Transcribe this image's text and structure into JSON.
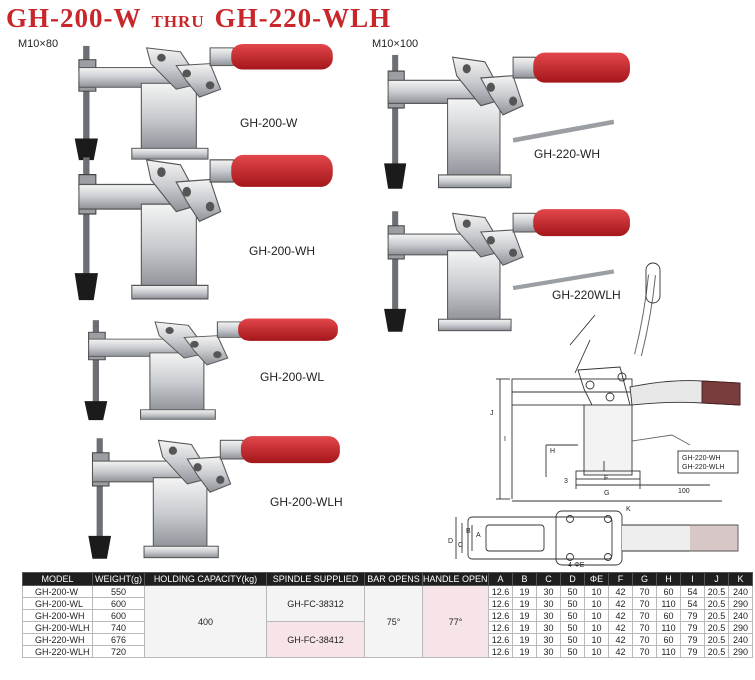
{
  "header": {
    "title_left": "GH-200-W",
    "title_mid": "THRU",
    "title_right": "GH-220-WLH"
  },
  "sizes": {
    "left": "M10×80",
    "right": "M10×100"
  },
  "clamps": [
    {
      "model": "GH-200-W"
    },
    {
      "model": "GH-200-WH"
    },
    {
      "model": "GH-200-WL"
    },
    {
      "model": "GH-200-WLH"
    },
    {
      "model": "GH-220-WH"
    },
    {
      "model": "GH-220WLH"
    }
  ],
  "drawing": {
    "dim_h": "H",
    "dim_i": "I",
    "dim_j": "J",
    "dim_3": "3",
    "dim_f": "F",
    "dim_g": "G",
    "dim_k": "K",
    "dim_100": "100",
    "dim_a": "A",
    "dim_b": "B",
    "dim_c": "C",
    "dim_d": "D",
    "dim_e": "4-ΦE",
    "note_1": "GH-220-WH",
    "note_2": "GH-220-WLH"
  },
  "table": {
    "headers": [
      "MODEL",
      "WEIGHT(g)",
      "HOLDING CAPACITY(kg)",
      "SPINDLE SUPPLIED",
      "BAR OPENS",
      "HANDLE OPENS",
      "A",
      "B",
      "C",
      "D",
      "ΦE",
      "F",
      "G",
      "H",
      "I",
      "J",
      "K"
    ],
    "models": [
      "GH-200-W",
      "GH-200-WL",
      "GH-200-WH",
      "GH-200-WLH",
      "GH-220-WH",
      "GH-220-WLH"
    ],
    "weights": [
      "550",
      "600",
      "600",
      "740",
      "676",
      "720"
    ],
    "holding": "400",
    "spindle_1": "GH-FC-38312",
    "spindle_2": "GH-FC-38412",
    "bar_opens": "75°",
    "handle_opens": "77°",
    "dims": [
      [
        "12.6",
        "19",
        "30",
        "50",
        "10",
        "42",
        "70",
        "60",
        "54",
        "20.5",
        "240"
      ],
      [
        "12.6",
        "19",
        "30",
        "50",
        "10",
        "42",
        "70",
        "110",
        "54",
        "20.5",
        "290"
      ],
      [
        "12.6",
        "19",
        "30",
        "50",
        "10",
        "42",
        "70",
        "60",
        "79",
        "20.5",
        "240"
      ],
      [
        "12.6",
        "19",
        "30",
        "50",
        "10",
        "42",
        "70",
        "110",
        "79",
        "20.5",
        "290"
      ],
      [
        "12.6",
        "19",
        "30",
        "50",
        "10",
        "42",
        "70",
        "60",
        "79",
        "20.5",
        "240"
      ],
      [
        "12.6",
        "19",
        "30",
        "50",
        "10",
        "42",
        "70",
        "110",
        "79",
        "20.5",
        "290"
      ]
    ]
  }
}
